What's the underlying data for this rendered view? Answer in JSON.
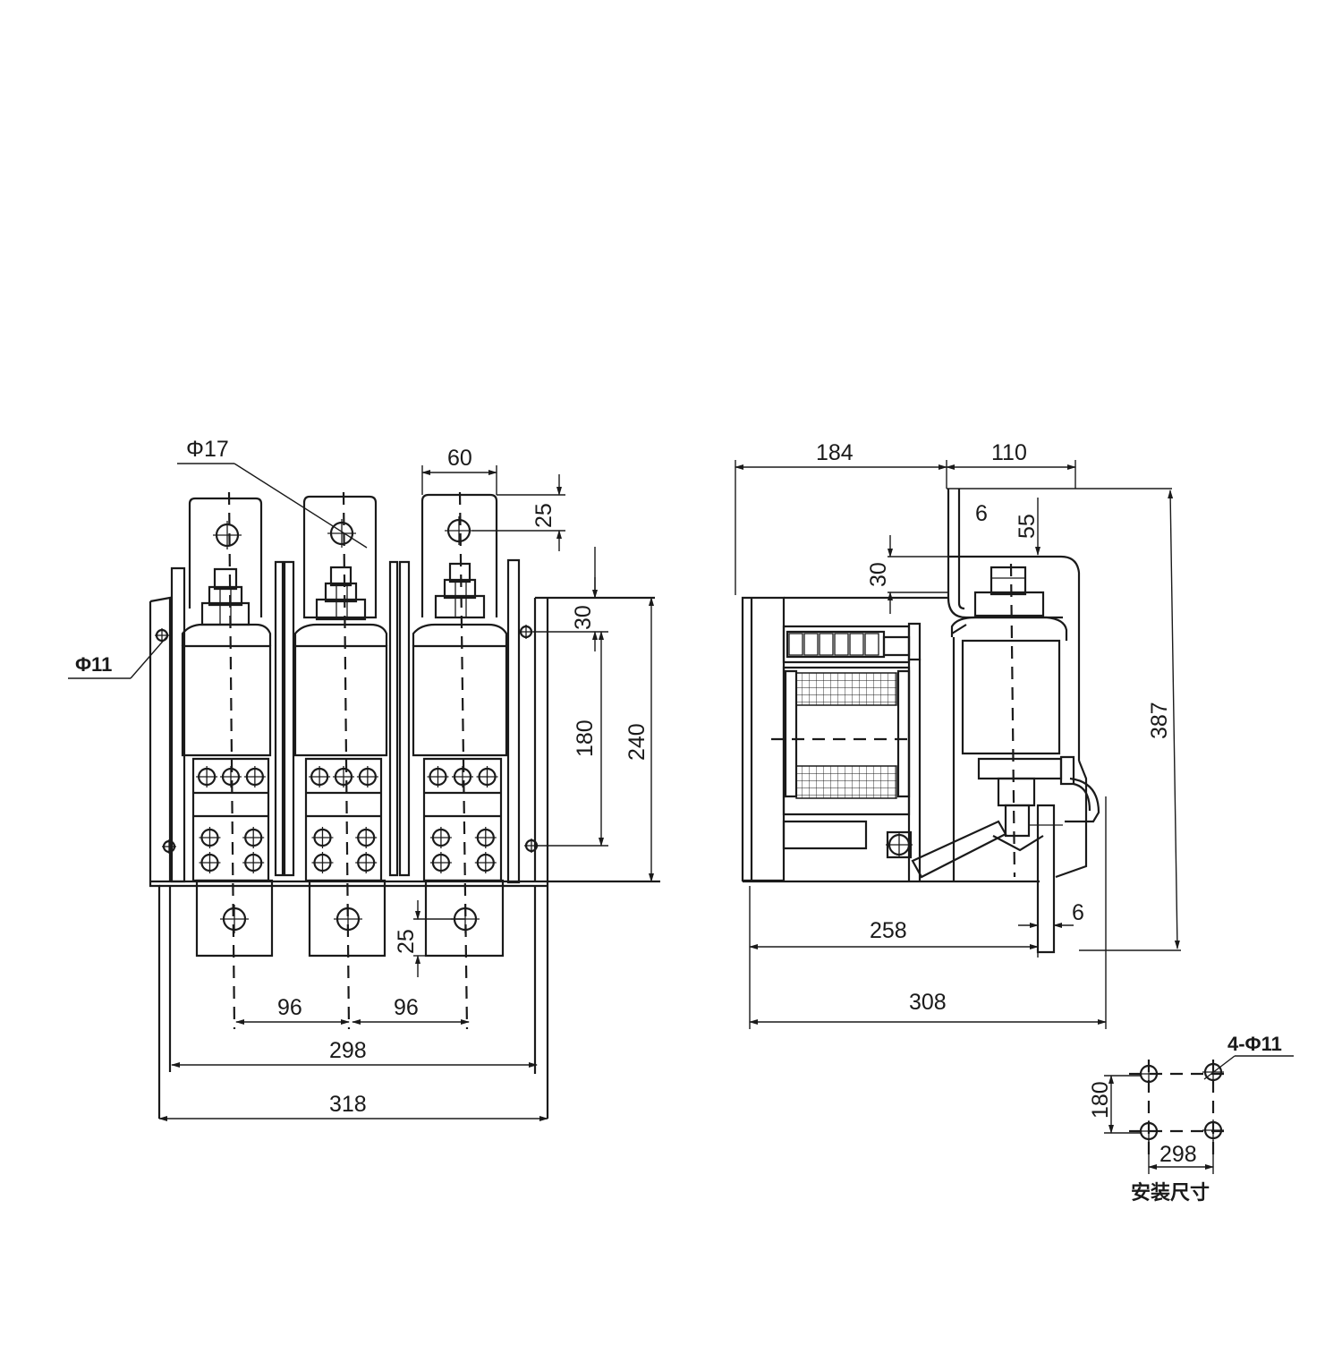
{
  "front_view": {
    "hole_top_diameter": "Φ17",
    "hole_side_diameter": "Φ11",
    "terminal_width": "60",
    "terminal_top_offset": "25",
    "terminal_bottom_offset": "25",
    "mount_hole_offset_top": "30",
    "mount_hole_spacing": "180",
    "side_plate_height": "240",
    "pole_pitch_left": "96",
    "pole_pitch_right": "96",
    "mount_hole_span": "298",
    "overall_width": "318"
  },
  "side_view": {
    "top_left_width": "184",
    "top_right_width": "110",
    "plate_thickness_top": "6",
    "offset_55": "55",
    "offset_30": "30",
    "overall_height": "387",
    "base_depth": "258",
    "plate_thickness_bottom": "6",
    "overall_depth": "308"
  },
  "mounting": {
    "holes_label": "4-Φ11",
    "vertical_spacing": "180",
    "horizontal_spacing": "298",
    "caption": "安装尺寸"
  },
  "colors": {
    "ink": "#1a1a1a",
    "paper": "#ffffff"
  }
}
